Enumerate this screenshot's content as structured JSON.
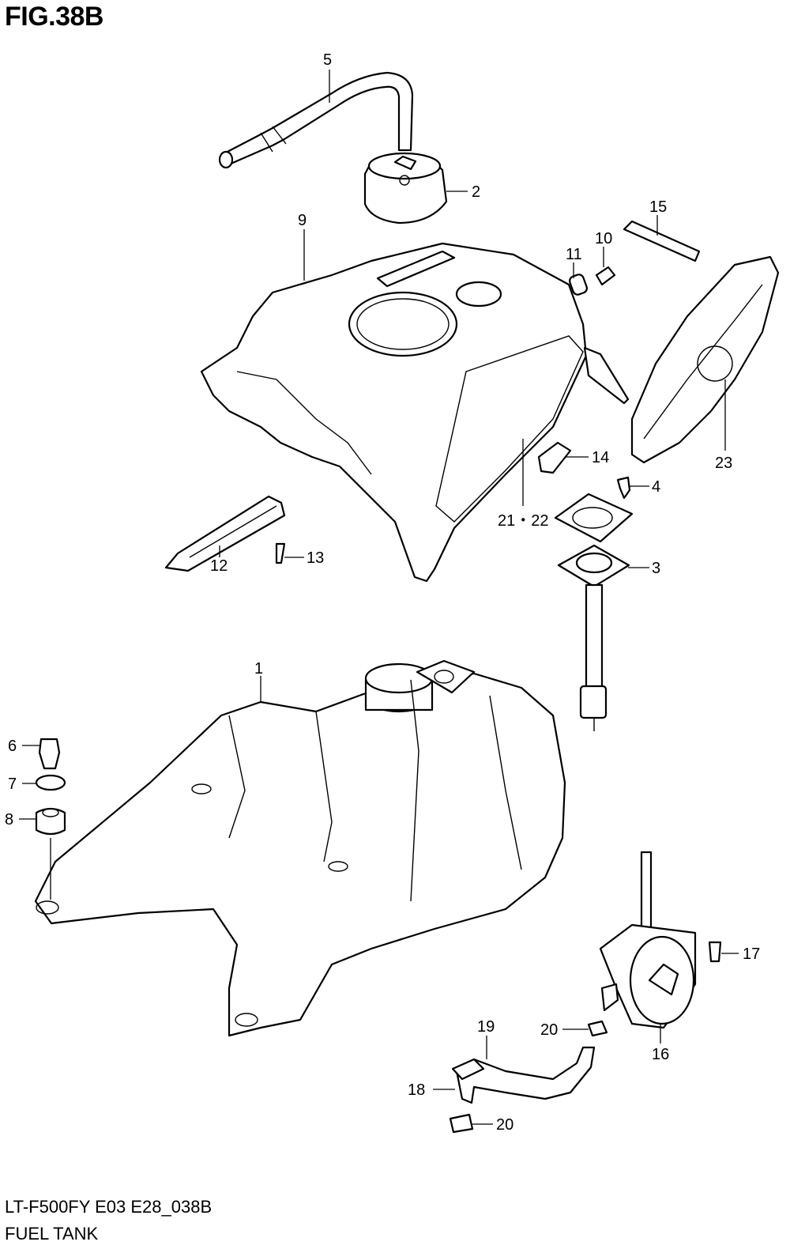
{
  "figure": {
    "title": "FIG.38B",
    "model_code": "LT-F500FY E03 E28_038B",
    "section_name": "FUEL TANK"
  },
  "callouts": [
    {
      "id": "c1",
      "label": "1"
    },
    {
      "id": "c2",
      "label": "2"
    },
    {
      "id": "c3",
      "label": "3"
    },
    {
      "id": "c4",
      "label": "4"
    },
    {
      "id": "c5",
      "label": "5"
    },
    {
      "id": "c6",
      "label": "6"
    },
    {
      "id": "c7",
      "label": "7"
    },
    {
      "id": "c8",
      "label": "8"
    },
    {
      "id": "c9",
      "label": "9"
    },
    {
      "id": "c10",
      "label": "10"
    },
    {
      "id": "c11",
      "label": "11"
    },
    {
      "id": "c12",
      "label": "12"
    },
    {
      "id": "c13",
      "label": "13"
    },
    {
      "id": "c14",
      "label": "14"
    },
    {
      "id": "c15",
      "label": "15"
    },
    {
      "id": "c16",
      "label": "16"
    },
    {
      "id": "c17",
      "label": "17"
    },
    {
      "id": "c18",
      "label": "18"
    },
    {
      "id": "c19",
      "label": "19"
    },
    {
      "id": "c20a",
      "label": "20"
    },
    {
      "id": "c20b",
      "label": "20"
    },
    {
      "id": "c21_22",
      "label": "21・22"
    },
    {
      "id": "c23",
      "label": "23"
    }
  ]
}
